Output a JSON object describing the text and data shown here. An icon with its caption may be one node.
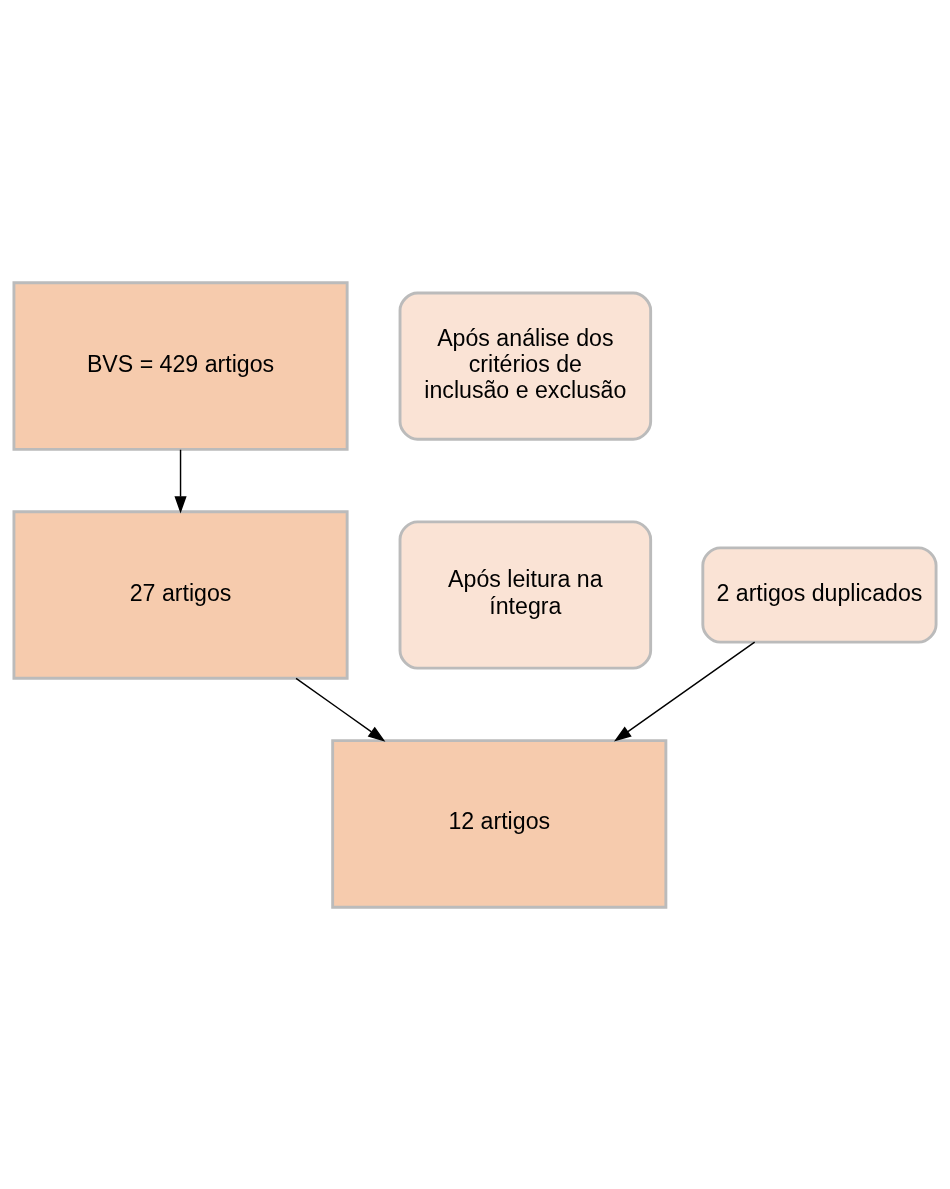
{
  "diagram": {
    "nodes": [
      {
        "text": [
          "BVS = 429 artigos"
        ]
      },
      {
        "text": [
          "Após análise dos critérios de inclusão e exclusão"
        ]
      },
      {
        "text": [
          "27 artigos"
        ]
      },
      {
        "text": [
          "Após leitura na íntegra"
        ]
      },
      {
        "text": [
          "2 artigos duplicados"
        ]
      },
      {
        "text": [
          "12 artigos"
        ]
      }
    ],
    "edges": [
      {
        "from": 0,
        "to": 2,
        "arrow": "to"
      },
      {
        "from": 2,
        "to": 5,
        "arrow": "to"
      },
      {
        "from": 4,
        "to": 5,
        "arrow": "to"
      }
    ]
  }
}
